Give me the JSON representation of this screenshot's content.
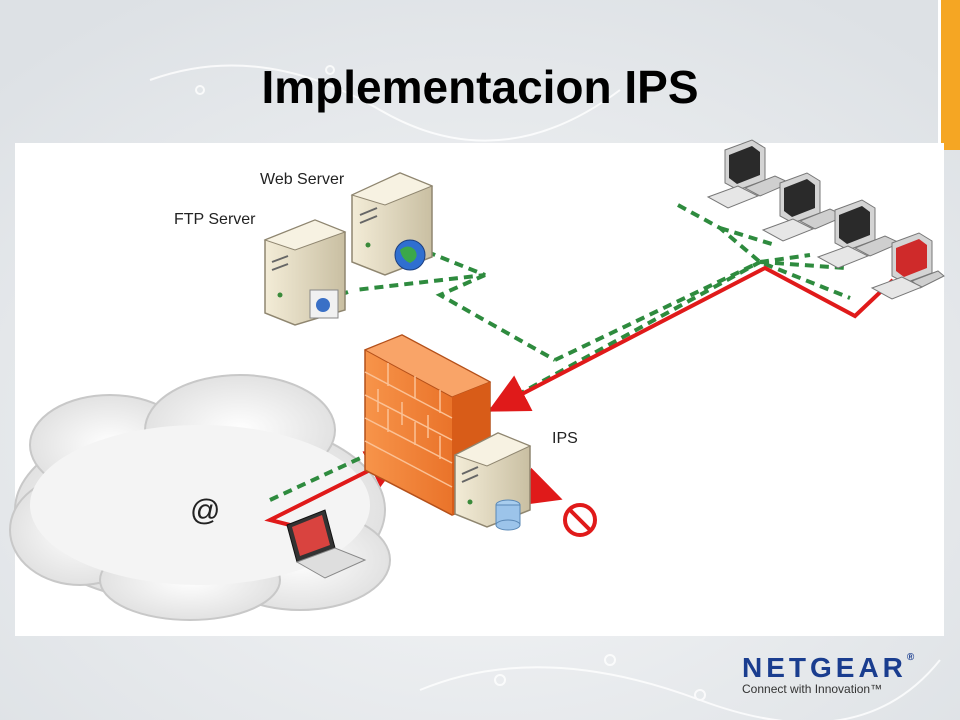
{
  "slide": {
    "title": "Implementacion IPS"
  },
  "diagram": {
    "labels": {
      "web_server": "Web Server",
      "ftp_server": "FTP Server",
      "ips": "IPS",
      "internet": "@"
    }
  },
  "logo": {
    "brand": "NETGEAR",
    "registered": "®",
    "tagline": "Connect with Innovation™"
  },
  "colors": {
    "accent": "#f5a623",
    "dashed_link": "#2e8b3e",
    "attack_path": "#e01a1a",
    "brand": "#1a3d8f",
    "firewall": "#f07a2a"
  }
}
